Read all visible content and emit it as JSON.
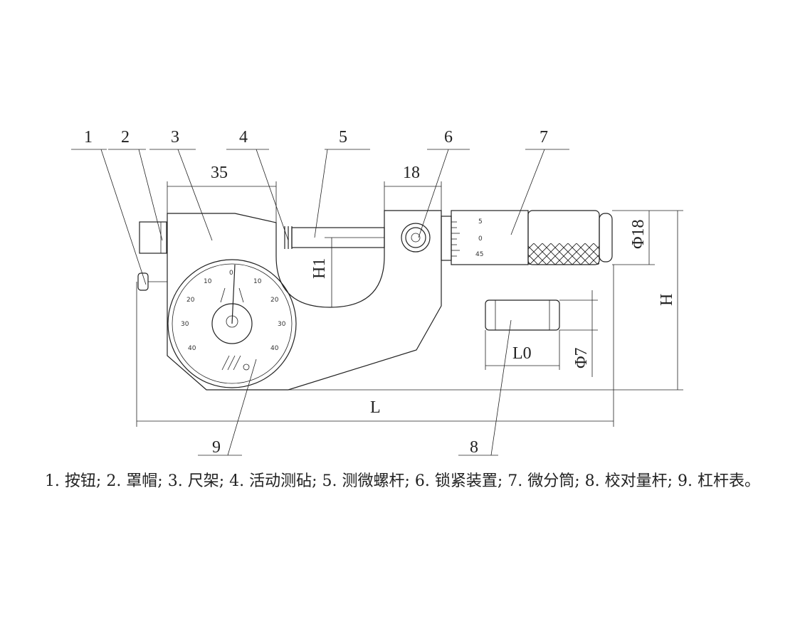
{
  "labels": [
    "1",
    "2",
    "3",
    "4",
    "5",
    "6",
    "7",
    "8",
    "9"
  ],
  "dimensions": {
    "d35": "35",
    "d18": "18",
    "h1": "H1",
    "h": "H",
    "l": "L",
    "l0": "L0",
    "phi18": "Φ18",
    "phi7": "Φ7"
  },
  "dial": {
    "ticks": [
      "0",
      "10",
      "10",
      "20",
      "20",
      "30",
      "30",
      "40",
      "40"
    ]
  },
  "thimble_ticks": [
    "5",
    "0",
    "45"
  ],
  "caption": "1. 按钮; 2. 罩帽; 3. 尺架; 4. 活动测砧; 5. 测微螺杆; 6. 锁紧装置; 7. 微分筒; 8. 校对量杆; 9. 杠杆表。"
}
